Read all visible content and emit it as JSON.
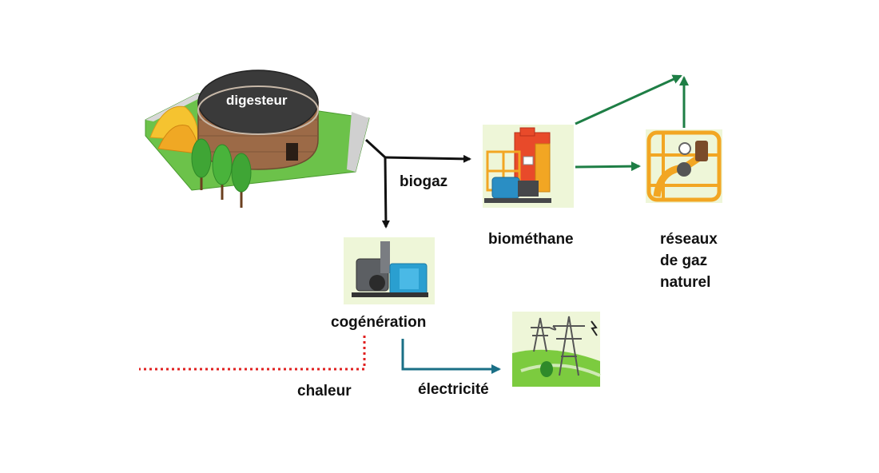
{
  "nodes": {
    "digester": {
      "label": "digesteur"
    },
    "biomethane": {
      "label": "biométhane"
    },
    "gas_network": {
      "lines": [
        "réseaux",
        "de gaz",
        "naturel"
      ]
    },
    "cogeneration": {
      "label": "cogénération"
    },
    "electricity_grid": {
      "label": ""
    }
  },
  "edges": {
    "biogas": {
      "label": "biogaz"
    },
    "heat": {
      "label": "chaleur"
    },
    "electricity": {
      "label": "électricité"
    }
  },
  "colors": {
    "biogas_arrow": "#111111",
    "green_arrow": "#1e7e45",
    "heat_line": "#e02020",
    "electricity_arrow": "#1a6f86",
    "icon_background": "#eef6d8",
    "grass": "#6cc24a",
    "digester_wall": "#9c6a47",
    "digester_dome": "#3a3a3a"
  }
}
